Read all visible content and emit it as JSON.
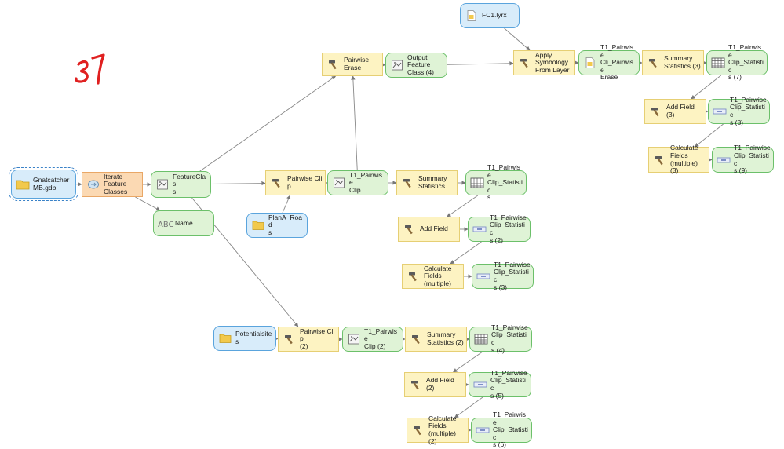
{
  "colors": {
    "tool_fill": "#fdf3c2",
    "iterator_fill": "#fbd9b3",
    "output_fill": "#dff3d6",
    "output_border": "#6cc06a",
    "input_fill": "#d8ecfa",
    "input_border": "#5aa4dd",
    "edge": "#888888",
    "annotation": "#e02020"
  },
  "nodes": [
    {
      "id": "gdb",
      "type": "data-in",
      "icon": "folder-icon",
      "label": "Gnatcatcher\nMB.gdb",
      "selected": true
    },
    {
      "id": "iterate",
      "type": "iter",
      "icon": "iterator-icon",
      "label": "Iterate\nFeature\nClasses"
    },
    {
      "id": "featureclass",
      "type": "data-out",
      "icon": "feature-class-icon",
      "label": "FeatureClas\ns"
    },
    {
      "id": "name",
      "type": "data-out",
      "icon": "abc-icon",
      "label": "Name"
    },
    {
      "id": "pw_erase",
      "type": "tool",
      "icon": "hammer-icon",
      "label": "Pairwise\nErase"
    },
    {
      "id": "out_fc4",
      "type": "data-out",
      "icon": "feature-class-icon",
      "label": "Output\nFeature\nClass (4)"
    },
    {
      "id": "fc1lyrx",
      "type": "data-in",
      "icon": "layer-file-icon",
      "label": "FC1.lyrx"
    },
    {
      "id": "apply_sym",
      "type": "tool",
      "icon": "hammer-icon",
      "label": "Apply\nSymbology\nFrom Layer"
    },
    {
      "id": "t1_cli_erase",
      "type": "data-out",
      "icon": "layer-file-icon",
      "label": "T1_Pairwise\nCli_Pairwise\nErase"
    },
    {
      "id": "sumstat3",
      "type": "tool",
      "icon": "hammer-icon",
      "label": "Summary\nStatistics (3)"
    },
    {
      "id": "t1_s7",
      "type": "data-out",
      "icon": "table-icon",
      "label": "T1_Pairwise\nClip_Statistic\ns (7)"
    },
    {
      "id": "addfield3",
      "type": "tool",
      "icon": "hammer-icon",
      "label": "Add Field (3)"
    },
    {
      "id": "t1_s8",
      "type": "data-out",
      "icon": "field-icon",
      "label": "T1_Pairwise\nClip_Statistic\ns (8)"
    },
    {
      "id": "calc3",
      "type": "tool",
      "icon": "hammer-icon",
      "label": "Calculate\nFields\n(multiple) (3)"
    },
    {
      "id": "t1_s9",
      "type": "data-out",
      "icon": "field-icon",
      "label": "T1_Pairwise\nClip_Statistic\ns (9)"
    },
    {
      "id": "pw_clip",
      "type": "tool",
      "icon": "hammer-icon",
      "label": "Pairwise Clip"
    },
    {
      "id": "plana",
      "type": "data-in",
      "icon": "layer-folder-icon",
      "label": "PlanA_Road\ns"
    },
    {
      "id": "t1_clip",
      "type": "data-out",
      "icon": "feature-class-icon",
      "label": "T1_Pairwise\nClip"
    },
    {
      "id": "sumstat",
      "type": "tool",
      "icon": "hammer-icon",
      "label": "Summary\nStatistics"
    },
    {
      "id": "t1_s",
      "type": "data-out",
      "icon": "table-icon",
      "label": "T1_Pairwise\nClip_Statistic\ns"
    },
    {
      "id": "addfield",
      "type": "tool",
      "icon": "hammer-icon",
      "label": "Add Field"
    },
    {
      "id": "t1_s2",
      "type": "data-out",
      "icon": "field-icon",
      "label": "T1_Pairwise\nClip_Statistic\ns (2)"
    },
    {
      "id": "calc",
      "type": "tool",
      "icon": "hammer-icon",
      "label": "Calculate\nFields\n(multiple)"
    },
    {
      "id": "t1_s3",
      "type": "data-out",
      "icon": "field-icon",
      "label": "T1_Pairwise\nClip_Statistic\ns (3)"
    },
    {
      "id": "potential",
      "type": "data-in",
      "icon": "layer-folder-icon",
      "label": "Potentialsite\ns"
    },
    {
      "id": "pw_clip2",
      "type": "tool",
      "icon": "hammer-icon",
      "label": "Pairwise Clip\n(2)"
    },
    {
      "id": "t1_clip2",
      "type": "data-out",
      "icon": "feature-class-icon",
      "label": "T1_Pairwise\nClip (2)"
    },
    {
      "id": "sumstat2",
      "type": "tool",
      "icon": "hammer-icon",
      "label": "Summary\nStatistics (2)"
    },
    {
      "id": "t1_s4",
      "type": "data-out",
      "icon": "table-icon",
      "label": "T1_Pairwise\nClip_Statistic\ns (4)"
    },
    {
      "id": "addfield2",
      "type": "tool",
      "icon": "hammer-icon",
      "label": "Add Field (2)"
    },
    {
      "id": "t1_s5",
      "type": "data-out",
      "icon": "field-icon",
      "label": "T1_Pairwise\nClip_Statistic\ns (5)"
    },
    {
      "id": "calc2",
      "type": "tool",
      "icon": "hammer-icon",
      "label": "Calculate\nFields\n(multiple) (2)"
    },
    {
      "id": "t1_s6",
      "type": "data-out",
      "icon": "field-icon",
      "label": "T1_Pairwise\nClip_Statistic\ns (6)"
    }
  ],
  "edges": [
    [
      "gdb",
      "iterate"
    ],
    [
      "iterate",
      "featureclass"
    ],
    [
      "iterate",
      "name"
    ],
    [
      "featureclass",
      "pw_erase"
    ],
    [
      "pw_erase",
      "out_fc4"
    ],
    [
      "out_fc4",
      "apply_sym"
    ],
    [
      "fc1lyrx",
      "apply_sym"
    ],
    [
      "apply_sym",
      "t1_cli_erase"
    ],
    [
      "t1_cli_erase",
      "sumstat3"
    ],
    [
      "sumstat3",
      "t1_s7"
    ],
    [
      "t1_s7",
      "addfield3"
    ],
    [
      "addfield3",
      "t1_s8"
    ],
    [
      "t1_s8",
      "calc3"
    ],
    [
      "calc3",
      "t1_s9"
    ],
    [
      "featureclass",
      "pw_clip"
    ],
    [
      "plana",
      "pw_clip"
    ],
    [
      "pw_clip",
      "t1_clip"
    ],
    [
      "t1_clip",
      "pw_erase"
    ],
    [
      "t1_clip",
      "sumstat"
    ],
    [
      "sumstat",
      "t1_s"
    ],
    [
      "t1_s",
      "addfield"
    ],
    [
      "addfield",
      "t1_s2"
    ],
    [
      "t1_s2",
      "calc"
    ],
    [
      "calc",
      "t1_s3"
    ],
    [
      "featureclass",
      "pw_clip2"
    ],
    [
      "potential",
      "pw_clip2"
    ],
    [
      "pw_clip2",
      "t1_clip2"
    ],
    [
      "t1_clip2",
      "sumstat2"
    ],
    [
      "sumstat2",
      "t1_s4"
    ],
    [
      "t1_s4",
      "addfield2"
    ],
    [
      "addfield2",
      "t1_s5"
    ],
    [
      "t1_s5",
      "calc2"
    ],
    [
      "calc2",
      "t1_s6"
    ]
  ],
  "annotation": {
    "text": "37"
  }
}
